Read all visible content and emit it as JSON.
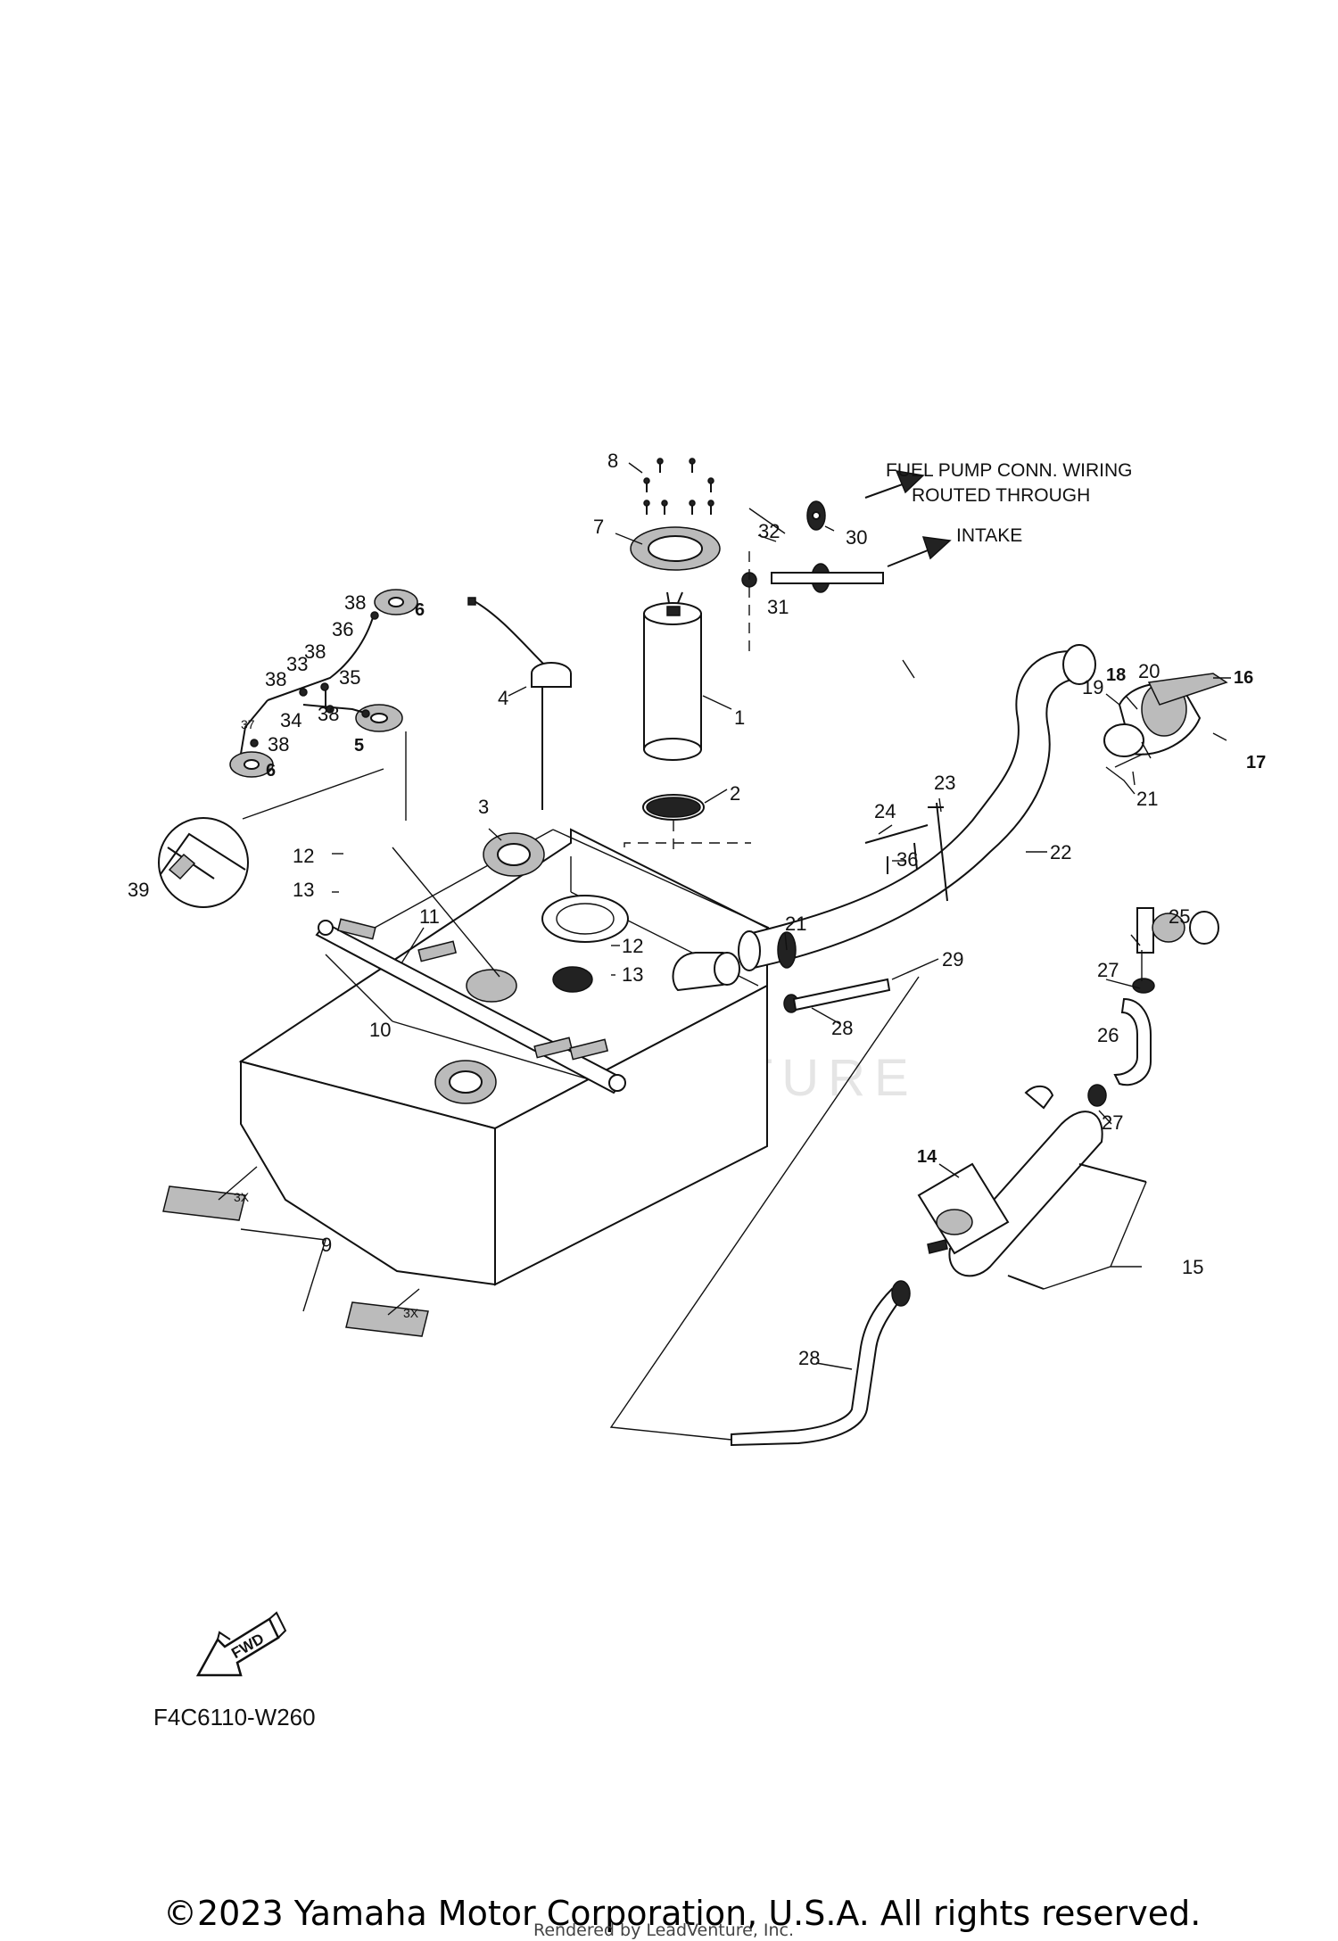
{
  "notes": {
    "pump_wiring_line1": "FUEL PUMP CONN. WIRING",
    "pump_wiring_line2": "ROUTED THROUGH",
    "intake": "INTAKE",
    "qty_3x": "3X"
  },
  "callouts": {
    "p1": "1",
    "p2": "2",
    "p3": "3",
    "p4": "4",
    "p5": "5",
    "p6a": "6",
    "p6b": "6",
    "p7": "7",
    "p8": "8",
    "p9": "9",
    "p10": "10",
    "p11": "11",
    "p12a": "12",
    "p12b": "12",
    "p13a": "13",
    "p13b": "13",
    "p14": "14",
    "p15": "15",
    "p16": "16",
    "p17": "17",
    "p18": "18",
    "p19": "19",
    "p20": "20",
    "p21a": "21",
    "p21b": "21",
    "p22": "22",
    "p23": "23",
    "p24": "24",
    "p25": "25",
    "p26": "26",
    "p27a": "27",
    "p27b": "27",
    "p28a": "28",
    "p28b": "28",
    "p29": "29",
    "p30": "30",
    "p31": "31",
    "p32": "32",
    "p33": "33",
    "p34": "34",
    "p35": "35",
    "p36a": "36",
    "p36b": "36",
    "p37": "37",
    "p38a": "38",
    "p38b": "38",
    "p38c": "38",
    "p38d": "38",
    "p38e": "38",
    "p39": "39"
  },
  "fwd_label": "FWD",
  "figure_code": "F4C6110-W260",
  "watermark": "LEADVENTURE",
  "copyright": "©2023 Yamaha Motor Corporation, U.S.A. All rights reserved.",
  "rendered_by": "Rendered by LeadVenture, Inc."
}
